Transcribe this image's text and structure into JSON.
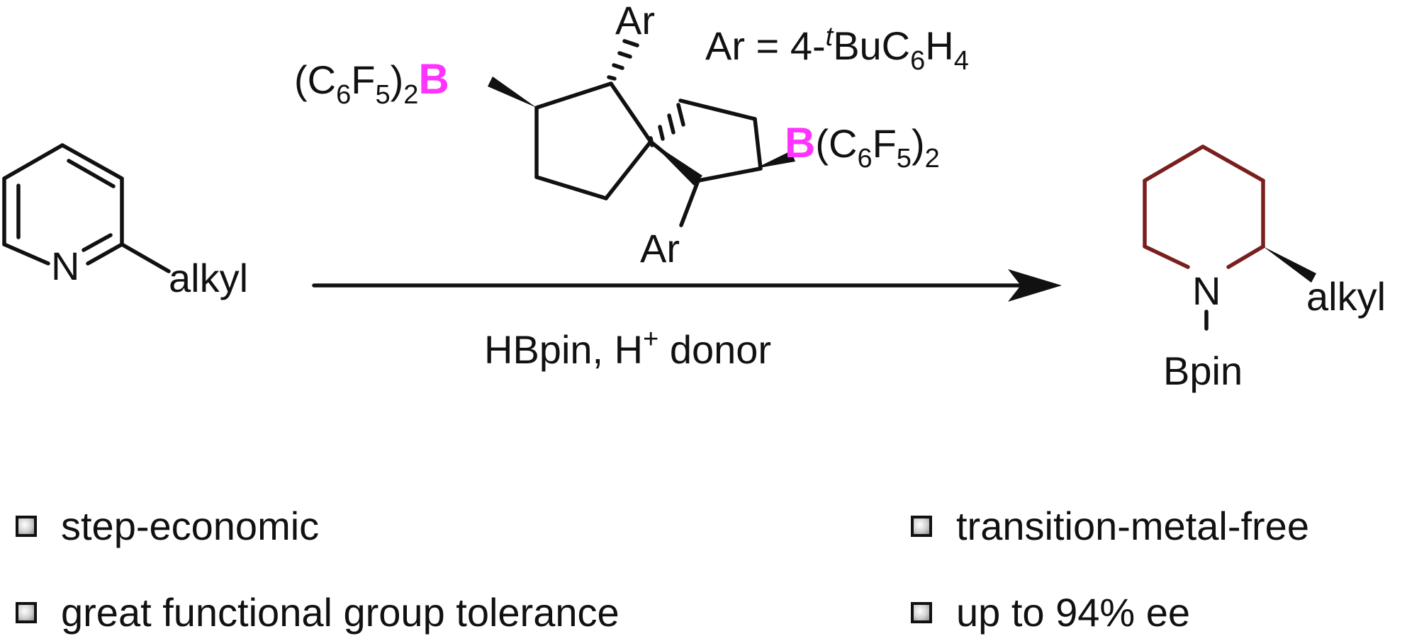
{
  "reactant": {
    "atom_n": "N",
    "substituent": "alkyl"
  },
  "catalyst": {
    "boryl_left": {
      "boron": "B",
      "prefix": "(C",
      "s1": "6",
      "f": "F",
      "s2": "5",
      "s3": "2"
    },
    "boryl_right": {
      "boron": "B",
      "prefix": "(C",
      "s1": "6",
      "f": "F",
      "s2": "5",
      "close": ")",
      "s3": "2"
    },
    "aryl_top": "Ar",
    "aryl_bottom": "Ar",
    "ar_definition": {
      "lead": "Ar = 4-",
      "t": "t",
      "tail": "BuC",
      "s1": "6",
      "h": "H",
      "s2": "4"
    }
  },
  "conditions": {
    "reagent": "HBpin, H",
    "plus": "+",
    "donor": " donor"
  },
  "product": {
    "atom_n": "N",
    "substituent": "alkyl",
    "n_group": "Bpin"
  },
  "features": [
    {
      "label": "step-economic"
    },
    {
      "label": "transition-metal-free"
    },
    {
      "label": "great functional group tolerance"
    },
    {
      "label": "up to 94% ee"
    }
  ],
  "colors": {
    "boron": "#ff33ff",
    "piperidine_ring": "#7a1e1e",
    "text": "#111111"
  }
}
